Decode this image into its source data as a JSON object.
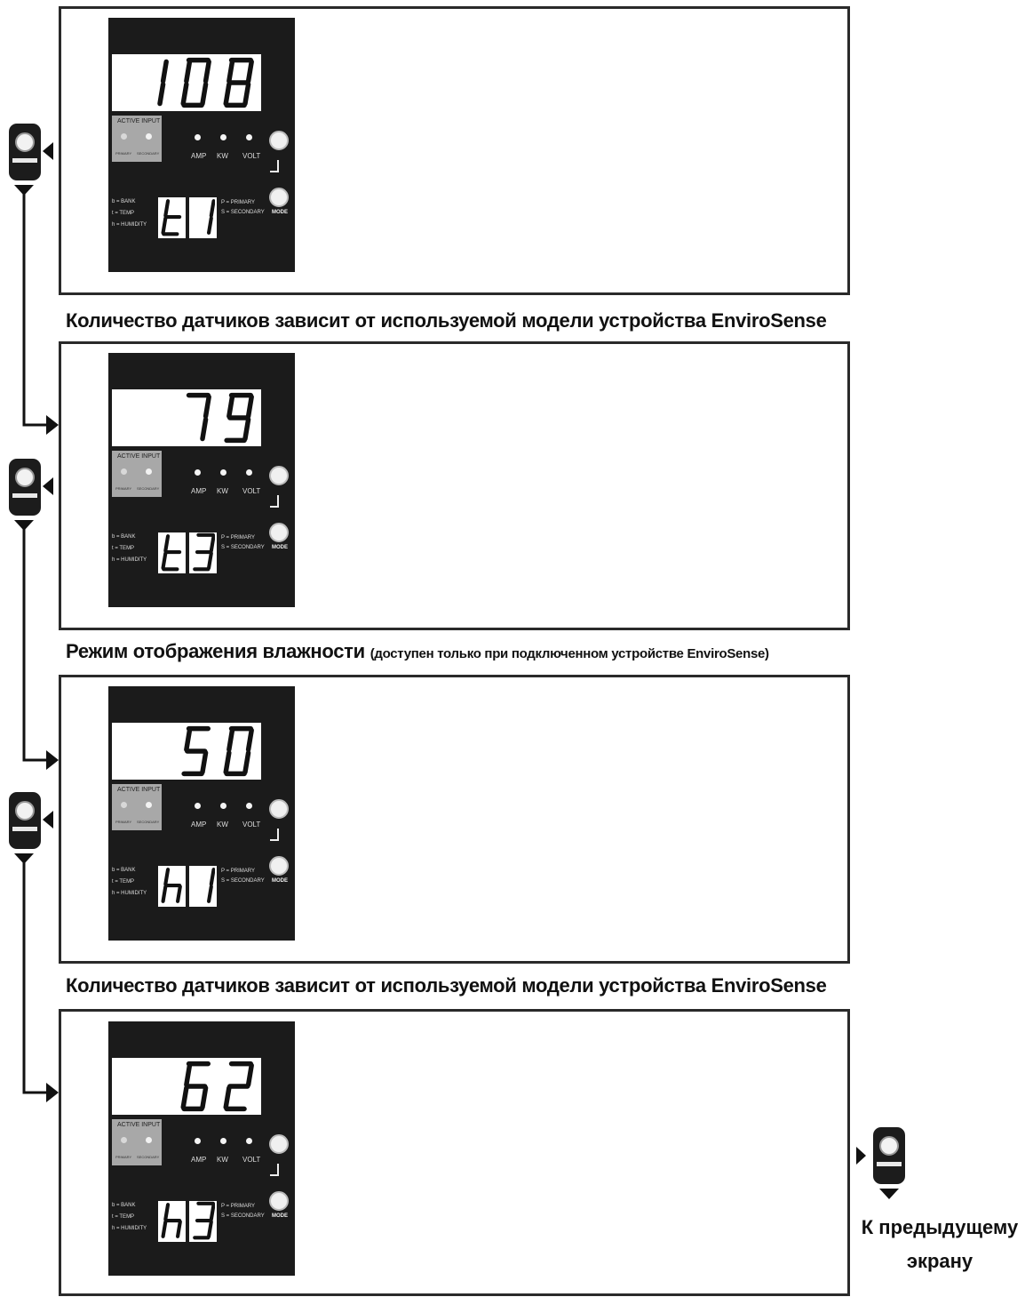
{
  "panel": {
    "active_input": "ACTIVE INPUT",
    "primary": "PRIMARY",
    "secondary": "SECONDARY",
    "amp": "AMP",
    "kw": "KW",
    "volt": "VOLT",
    "legend_bank": "b = BANK",
    "legend_temp": "t = TEMP",
    "legend_humidity": "h = HUMIDITY",
    "legend_primary": "P = PRIMARY",
    "legend_secondary": "S = SECONDARY",
    "mode": "MODE"
  },
  "screens": [
    {
      "main": "108",
      "ind1": "t",
      "ind2": "1"
    },
    {
      "main": "79",
      "ind1": "t",
      "ind2": "3"
    },
    {
      "main": "50",
      "ind1": "h",
      "ind2": "1"
    },
    {
      "main": "62",
      "ind1": "h",
      "ind2": "3"
    }
  ],
  "captions": {
    "sensors_1": "Количество датчиков зависит от используемой модели устройства EnviroSense",
    "humidity_mode": "Режим отображения влажности",
    "humidity_note": "(доступен только при подключенном устройстве EnviroSense)",
    "sensors_2": "Количество датчиков зависит от используемой модели устройства EnviroSense"
  },
  "back": {
    "line1": "К предыдущему",
    "line2": "экрану"
  },
  "colors": {
    "panel": "#1b1b1b",
    "lcd_segment": "#111111",
    "led": "#f4f4f4",
    "frame_border": "#2a2a2a"
  }
}
